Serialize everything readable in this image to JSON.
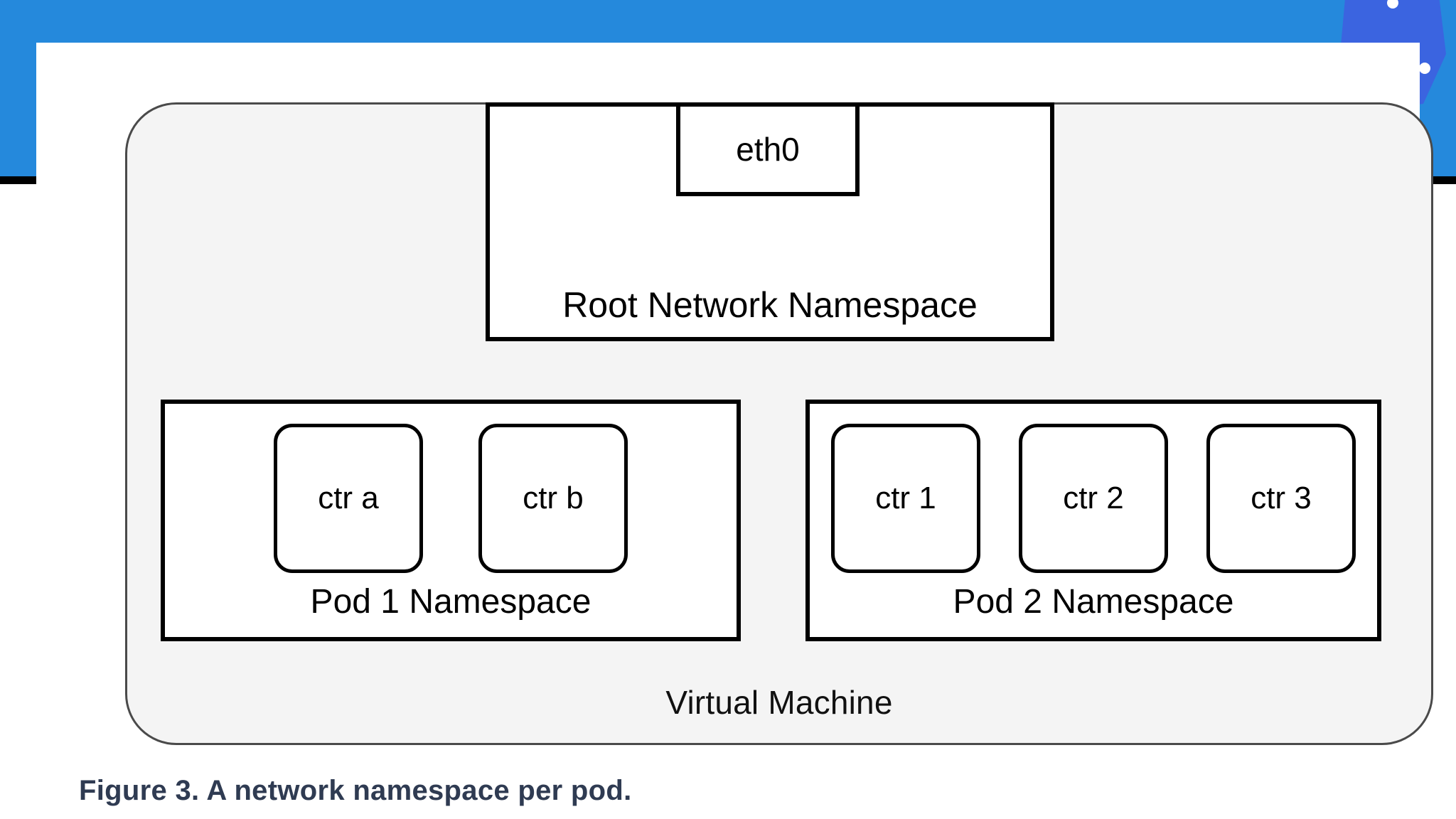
{
  "slide": {
    "background_color": "#2589dc",
    "logo_color": "#3b64e0",
    "accent_bar_color": "#000000"
  },
  "figure": {
    "caption": "Figure 3. A network namespace per pod.",
    "caption_color": "#2f3b52",
    "canvas_color": "#ffffff",
    "stroke_color": "#000000"
  },
  "diagram": {
    "type": "nested-box-diagram",
    "vm": {
      "label": "Virtual Machine",
      "fill": "#f4f4f4",
      "stroke": "#4a4a4a"
    },
    "root_namespace": {
      "label": "Root Network Namespace",
      "interface": {
        "label": "eth0"
      }
    },
    "pods": [
      {
        "label": "Pod 1 Namespace",
        "containers": [
          {
            "label": "ctr a"
          },
          {
            "label": "ctr b"
          }
        ]
      },
      {
        "label": "Pod 2 Namespace",
        "containers": [
          {
            "label": "ctr 1"
          },
          {
            "label": "ctr 2"
          },
          {
            "label": "ctr 3"
          }
        ]
      }
    ]
  }
}
